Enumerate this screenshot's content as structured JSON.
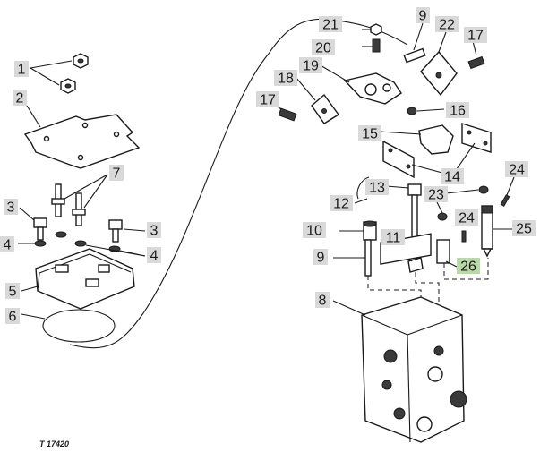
{
  "figure_ref": "T 17420",
  "callouts": [
    {
      "label": "1",
      "highlight": false
    },
    {
      "label": "2",
      "highlight": false
    },
    {
      "label": "3",
      "highlight": false
    },
    {
      "label": "3",
      "highlight": false
    },
    {
      "label": "4",
      "highlight": false
    },
    {
      "label": "4",
      "highlight": false
    },
    {
      "label": "5",
      "highlight": false
    },
    {
      "label": "6",
      "highlight": false
    },
    {
      "label": "7",
      "highlight": false
    },
    {
      "label": "8",
      "highlight": false
    },
    {
      "label": "9",
      "highlight": false
    },
    {
      "label": "9",
      "highlight": false
    },
    {
      "label": "10",
      "highlight": false
    },
    {
      "label": "11",
      "highlight": false
    },
    {
      "label": "12",
      "highlight": false
    },
    {
      "label": "13",
      "highlight": false
    },
    {
      "label": "14",
      "highlight": false
    },
    {
      "label": "15",
      "highlight": false
    },
    {
      "label": "16",
      "highlight": false
    },
    {
      "label": "17",
      "highlight": false
    },
    {
      "label": "17",
      "highlight": false
    },
    {
      "label": "18",
      "highlight": false
    },
    {
      "label": "19",
      "highlight": false
    },
    {
      "label": "20",
      "highlight": false
    },
    {
      "label": "21",
      "highlight": false
    },
    {
      "label": "22",
      "highlight": false
    },
    {
      "label": "23",
      "highlight": false
    },
    {
      "label": "24",
      "highlight": false
    },
    {
      "label": "24",
      "highlight": false
    },
    {
      "label": "25",
      "highlight": false
    },
    {
      "label": "26",
      "highlight": true
    }
  ],
  "colors": {
    "ink": "#1a1a1a",
    "label_box": "#d9d9d9",
    "highlight_box": "#b9d9a6"
  }
}
